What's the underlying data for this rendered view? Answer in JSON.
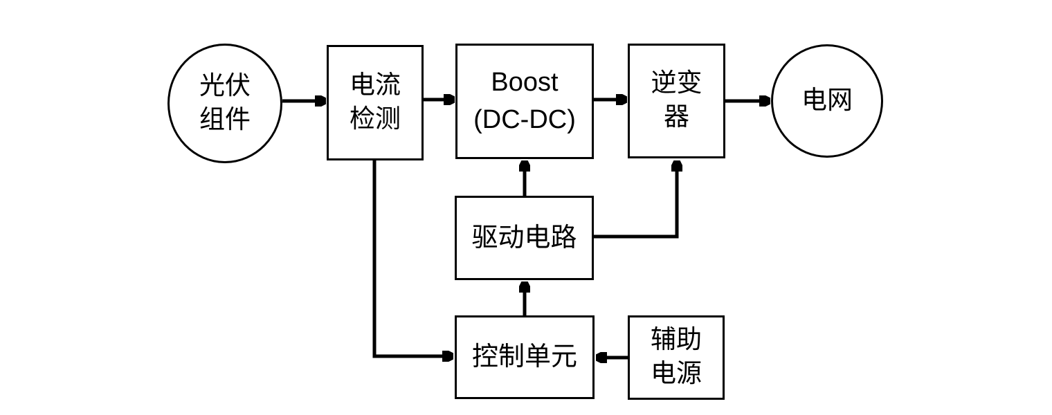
{
  "diagram": {
    "title": "PV grid-connected system block diagram",
    "colors": {
      "background": "#ffffff",
      "stroke": "#000000",
      "text": "#000000"
    },
    "nodes": {
      "pv": {
        "label": "光伏\n组件",
        "shape": "circle"
      },
      "current": {
        "label": "电流\n检测",
        "shape": "rect"
      },
      "boost": {
        "label": "Boost\n(DC-DC)",
        "shape": "rect"
      },
      "inverter": {
        "label": "逆变\n器",
        "shape": "rect"
      },
      "grid": {
        "label": "电网",
        "shape": "circle"
      },
      "driver": {
        "label": "驱动电路",
        "shape": "rect"
      },
      "control": {
        "label": "控制单元",
        "shape": "rect"
      },
      "aux": {
        "label": "辅助\n电源",
        "shape": "rect"
      }
    },
    "edges": [
      {
        "from": "pv",
        "to": "current"
      },
      {
        "from": "current",
        "to": "boost"
      },
      {
        "from": "boost",
        "to": "inverter"
      },
      {
        "from": "inverter",
        "to": "grid"
      },
      {
        "from": "driver",
        "to": "boost"
      },
      {
        "from": "driver",
        "to": "inverter"
      },
      {
        "from": "control",
        "to": "driver"
      },
      {
        "from": "current",
        "to": "control"
      },
      {
        "from": "aux",
        "to": "control"
      }
    ]
  }
}
